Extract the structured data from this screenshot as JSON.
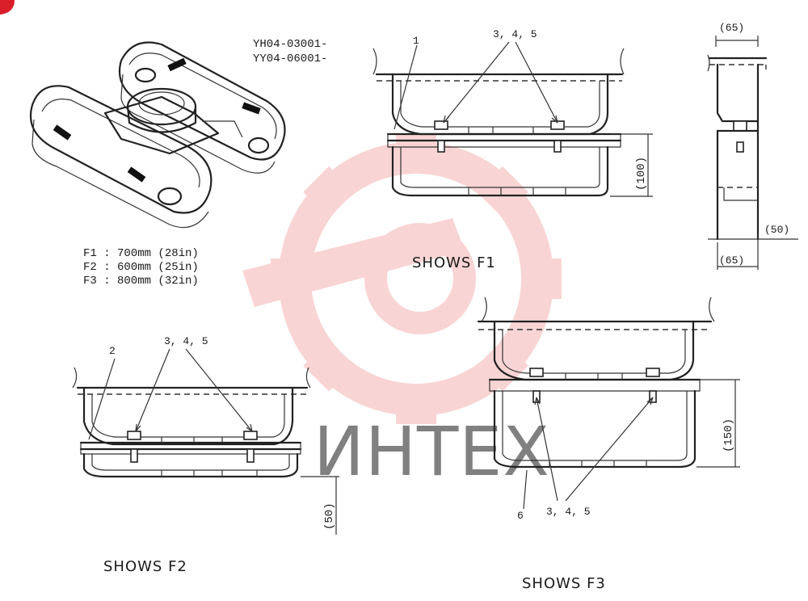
{
  "serials": [
    "YH04-03001-",
    "YY04-06001-"
  ],
  "frame_sizes": [
    "F1 : 700mm  (28in)",
    "F2 : 600mm  (25in)",
    "F3 : 800mm  (32in)"
  ],
  "callouts": {
    "part_1": "1",
    "part_2": "2",
    "part_6": "6",
    "parts_345": "3, 4, 5"
  },
  "dimensions": {
    "h100": "(100)",
    "h50": "(50)",
    "h150": "(150)",
    "side_top": "(65)",
    "side_bottom": "(65)",
    "side_right": "(50)"
  },
  "captions": {
    "f1": "SHOWS  F1",
    "f2": "SHOWS  F2",
    "f3": "SHOWS  F3"
  },
  "watermark": {
    "text": "ИНТЕХ",
    "color": "#e84040"
  }
}
